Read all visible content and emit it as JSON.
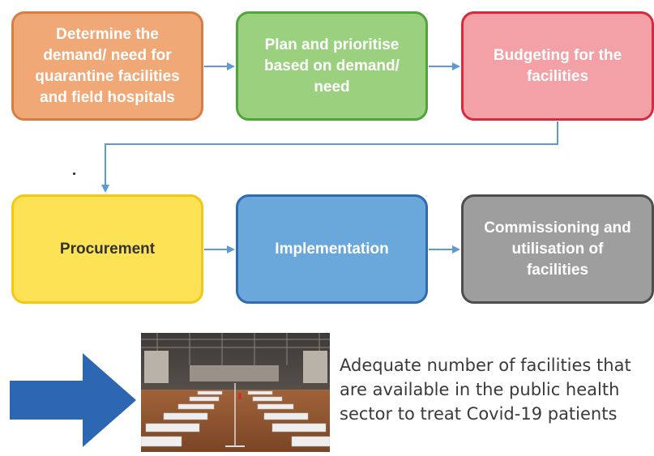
{
  "steps": [
    {
      "lines": [
        "Determine the",
        "demand/ need for",
        "quarantine facilities",
        "and field hospitals"
      ]
    },
    {
      "lines": [
        "Plan and prioritise",
        "based on demand/",
        "need"
      ]
    },
    {
      "lines": [
        "Budgeting for the",
        "facilities"
      ]
    },
    {
      "lines": [
        "Procurement"
      ]
    },
    {
      "lines": [
        "Implementation"
      ]
    },
    {
      "lines": [
        "Commissioning and",
        "utilisation of",
        "facilities"
      ]
    }
  ],
  "outcome": {
    "lines": [
      "Adequate number of facilities that",
      "are available in the public health",
      "sector to treat Covid-19 patients"
    ]
  },
  "colors": {
    "connector": "#5b9bd5",
    "big_arrow": "#2e67b1"
  }
}
